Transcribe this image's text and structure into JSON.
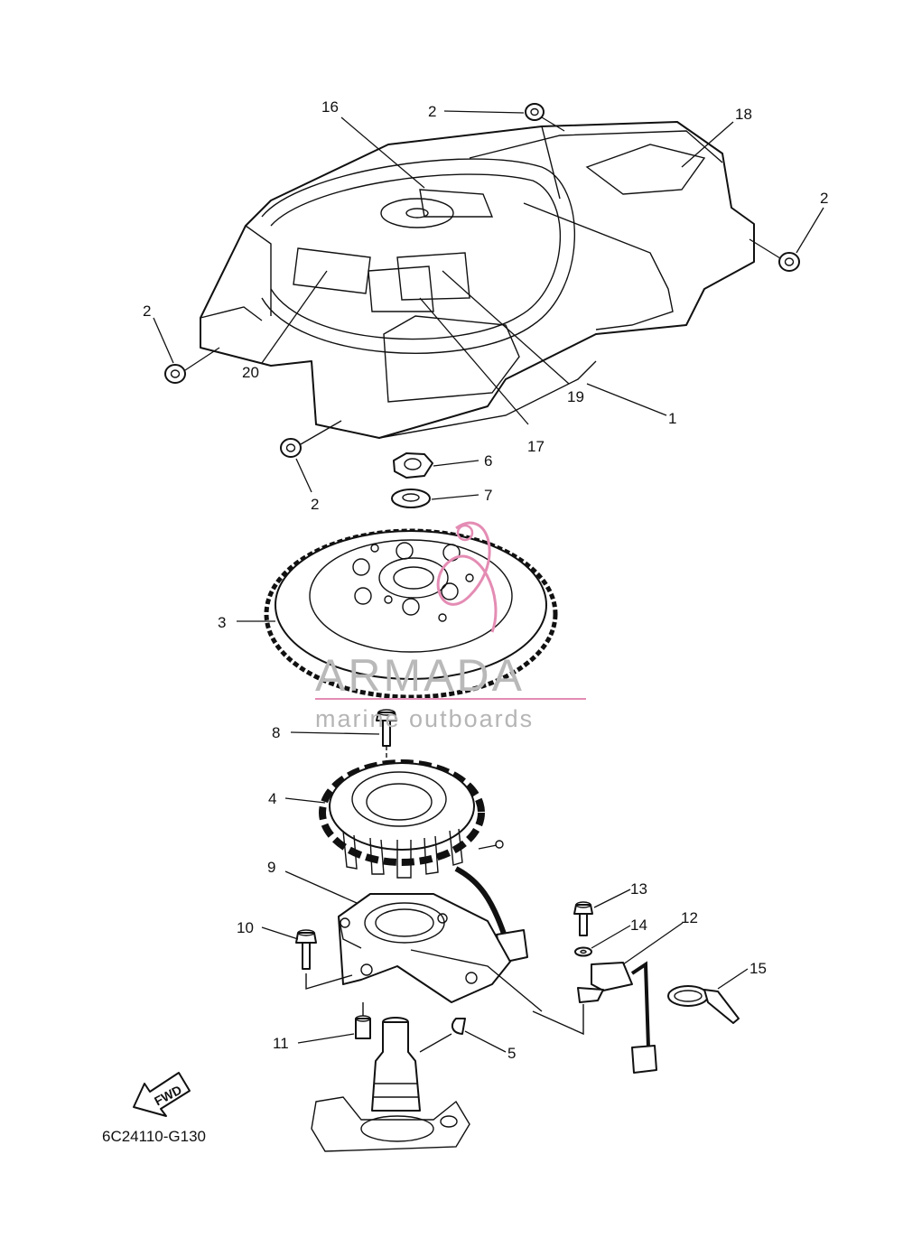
{
  "diagram": {
    "drawing_code": "6C24110-G130",
    "fwd_label": "FWD"
  },
  "watermark": {
    "brand": "ARMADA",
    "tagline": "marine outboards",
    "accent_color": "#e48cb4"
  },
  "callouts": [
    "1",
    "2",
    "2",
    "2",
    "2",
    "3",
    "4",
    "5",
    "6",
    "7",
    "8",
    "9",
    "10",
    "11",
    "12",
    "13",
    "14",
    "15",
    "16",
    "17",
    "18",
    "19",
    "20"
  ]
}
